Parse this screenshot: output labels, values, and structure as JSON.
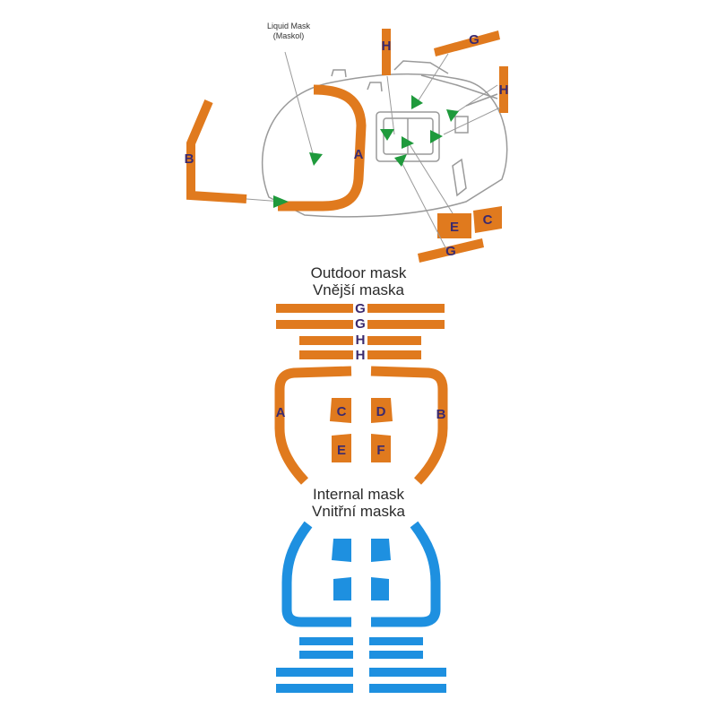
{
  "colors": {
    "outdoor_mask": "#e07a1e",
    "internal_mask": "#1e90e0",
    "arrow": "#1f9a3c",
    "letter": "#3b2a6e",
    "outline": "#9a9a9a"
  },
  "callout": {
    "line1": "Liquid Mask",
    "line2": "(Maskol)"
  },
  "sections": {
    "outdoor_en": "Outdoor mask",
    "outdoor_cz": "Vnější maska",
    "internal_en": "Internal mask",
    "internal_cz": "Vnitřní maska"
  },
  "top_labels": {
    "H1": "H",
    "G1": "G",
    "H2": "H",
    "B": "B",
    "A": "A",
    "E": "E",
    "C": "C",
    "G2": "G"
  },
  "outdoor_labels": {
    "G1": "G",
    "G2": "G",
    "H1": "H",
    "H2": "H",
    "A": "A",
    "B": "B",
    "C": "C",
    "D": "D",
    "E": "E",
    "F": "F"
  }
}
